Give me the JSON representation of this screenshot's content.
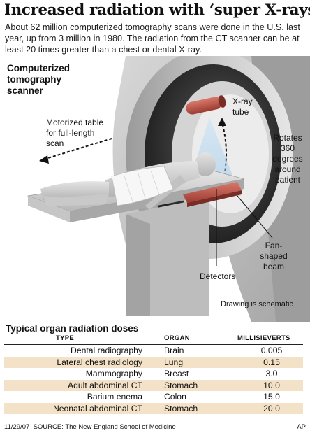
{
  "header": {
    "title": "Increased radiation with ‘super X-rays’",
    "intro": "About 62 million computerized tomography scans were done in the U.S. last year, up from 3 million in 1980. The radiation from the CT scanner can be at least 20 times greater than a chest or dental X-ray."
  },
  "illustration": {
    "scanner_label": "Computerized tomography scanner",
    "table_label": "Motorized table for full-length scan",
    "xray_tube_label": "X-ray tube",
    "rotates_label": "Rotates 360 degrees around patient",
    "fan_beam_label": "Fan-shaped beam",
    "detectors_label": "Detectors",
    "schematic_note": "Drawing is schematic"
  },
  "doses": {
    "title": "Typical organ radiation doses",
    "columns": {
      "type": "TYPE",
      "organ": "ORGAN",
      "msv": "MILLISIEVERTS"
    },
    "rows": [
      {
        "type": "Dental radiography",
        "organ": "Brain",
        "msv": "0.005"
      },
      {
        "type": "Lateral chest radiology",
        "organ": "Lung",
        "msv": "0.15"
      },
      {
        "type": "Mammography",
        "organ": "Breast",
        "msv": "3.0"
      },
      {
        "type": "Adult abdominal CT",
        "organ": "Stomach",
        "msv": "10.0"
      },
      {
        "type": "Barium enema",
        "organ": "Colon",
        "msv": "15.0"
      },
      {
        "type": "Neonatal abdominal CT",
        "organ": "Stomach",
        "msv": "20.0"
      }
    ]
  },
  "footer": {
    "date": "11/29/07",
    "source": "SOURCE: The New England School of Medicine",
    "credit": "AP"
  },
  "colors": {
    "tube": "#c0574a",
    "row_shade": "#f3e2c8",
    "scanner": "#b9b9b9"
  }
}
